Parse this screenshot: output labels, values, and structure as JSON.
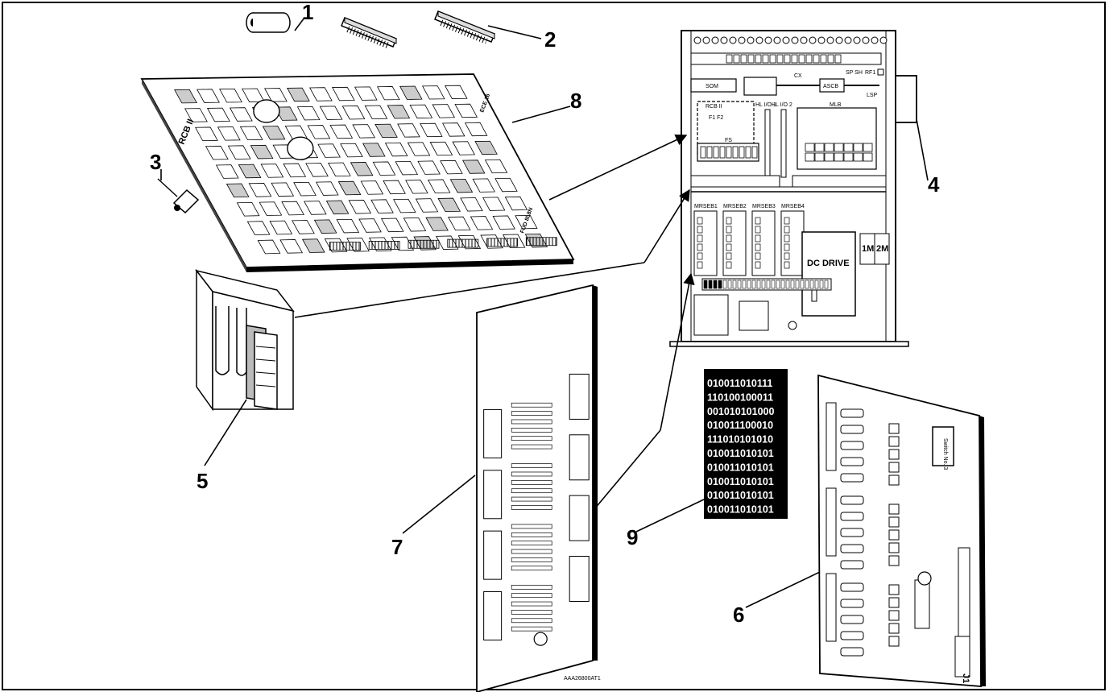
{
  "callouts": {
    "c1": "1",
    "c2": "2",
    "c3": "3",
    "c4": "4",
    "c5": "5",
    "c6": "6",
    "c7": "7",
    "c8": "8",
    "c9": "9"
  },
  "board_labels": {
    "rcb2_side": "RCB II",
    "rcb2_main": "RCB II",
    "som": "SOM",
    "ascb": "ASCB",
    "cx": "CX",
    "sp_sh": "SP SH",
    "rf1": "RF1",
    "lsp": "LSP",
    "mlb": "MLB",
    "fs": "FS",
    "hl_io_1": "HL I/O 1",
    "hl_io_2": "HL I/O 2",
    "mrseb1": "MRSEB1",
    "mrseb2": "MRSEB2",
    "mrseb3": "MRSEB3",
    "mrseb4": "MRSEB4",
    "dc_drive": "DC DRIVE",
    "m1": "1M",
    "m2": "2M",
    "j1": "J1",
    "sw_no": "Switch No. 3"
  },
  "binary_rows": [
    "010011010111",
    "110100100011",
    "001010101000",
    "010011100010",
    "111010101010",
    "010011010101",
    "010011010101",
    "010011010101",
    "010011010101",
    "010011010101"
  ]
}
